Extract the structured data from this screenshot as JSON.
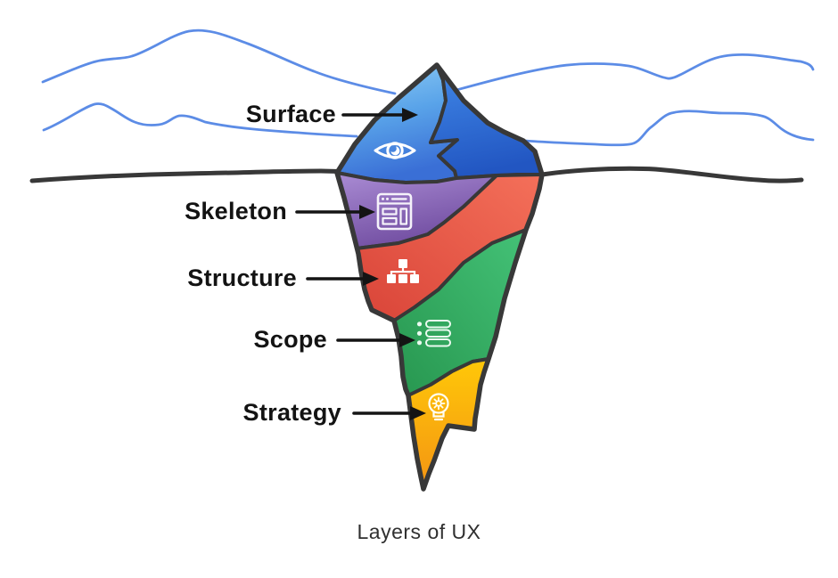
{
  "diagram": {
    "caption": "Layers of UX",
    "layers": [
      {
        "label": "Surface",
        "icon": "eye-icon",
        "color": "#4285dd"
      },
      {
        "label": "Skeleton",
        "icon": "browser-wireframe-icon",
        "color": "#8a63b8"
      },
      {
        "label": "Structure",
        "icon": "sitemap-icon",
        "color": "#e9584c"
      },
      {
        "label": "Scope",
        "icon": "checklist-icon",
        "color": "#35ab63"
      },
      {
        "label": "Strategy",
        "icon": "lightbulb-gear-icon",
        "color": "#fbb017"
      }
    ],
    "colors": {
      "outline": "#383838",
      "waterline": "#383838",
      "wave": "#5c8ce6",
      "label_text": "#131313",
      "caption_text": "#303030",
      "background": "#ffffff"
    }
  }
}
